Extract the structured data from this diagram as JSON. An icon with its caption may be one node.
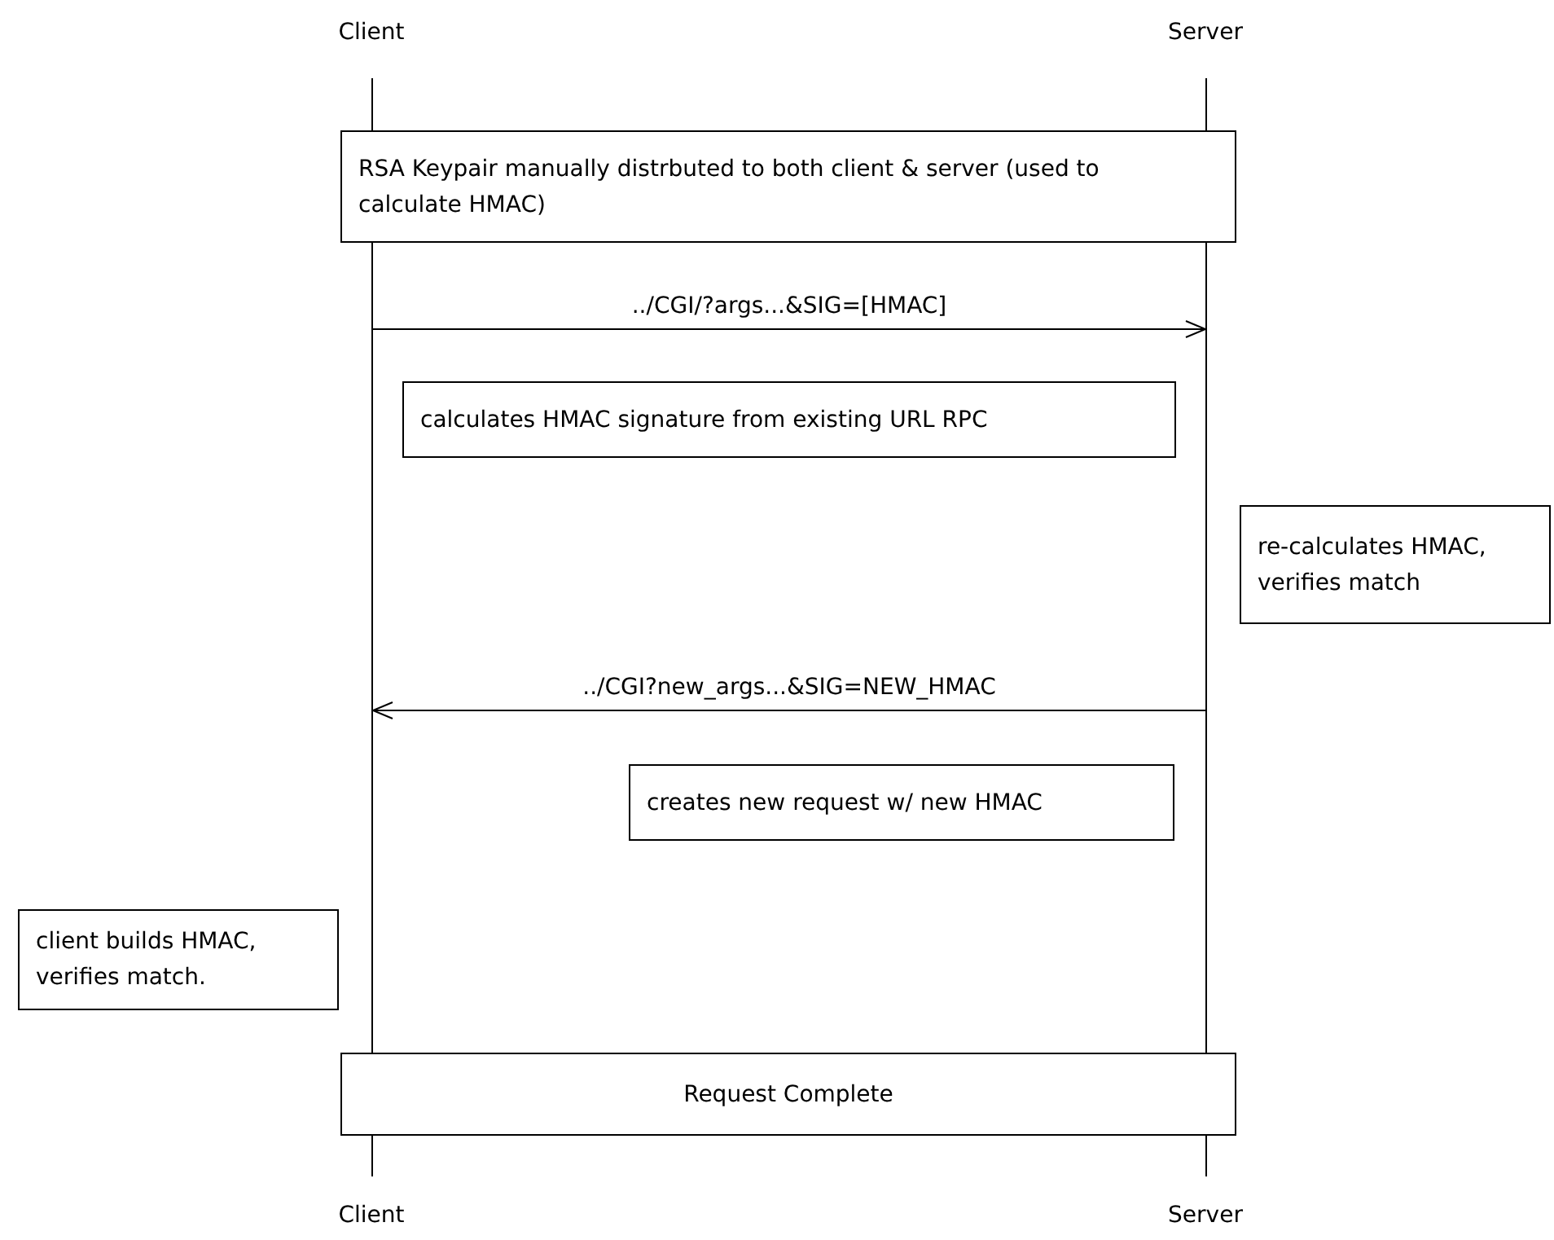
{
  "diagram": {
    "nodes": [
      {
        "text": [],
        "shape": "line"
      },
      {
        "text": [],
        "shape": "line"
      },
      {
        "text": [
          "RSA Keypair manually distrbuted to both client & server (used to calculate HMAC)"
        ]
      },
      {
        "text": [
          "calculates HMAC signature from existing URL RPC"
        ]
      },
      {
        "text": [
          "re-calculates HMAC, verifies match"
        ]
      },
      {
        "text": [
          "creates new request w/ new HMAC"
        ]
      },
      {
        "text": [
          "client builds HMAC, verifies match."
        ]
      },
      {
        "text": [
          "Request Complete"
        ]
      }
    ],
    "edges": [
      {
        "from": 0,
        "to": 1,
        "arrow": "to",
        "label": "../CGI/?args...&SIG=[HMAC]"
      },
      {
        "from": 1,
        "to": 0,
        "arrow": "to",
        "label": "../CGI?new_args...&SIG=NEW_HMAC"
      }
    ],
    "labels": [
      "Client",
      "Server",
      "Client",
      "Server"
    ]
  }
}
